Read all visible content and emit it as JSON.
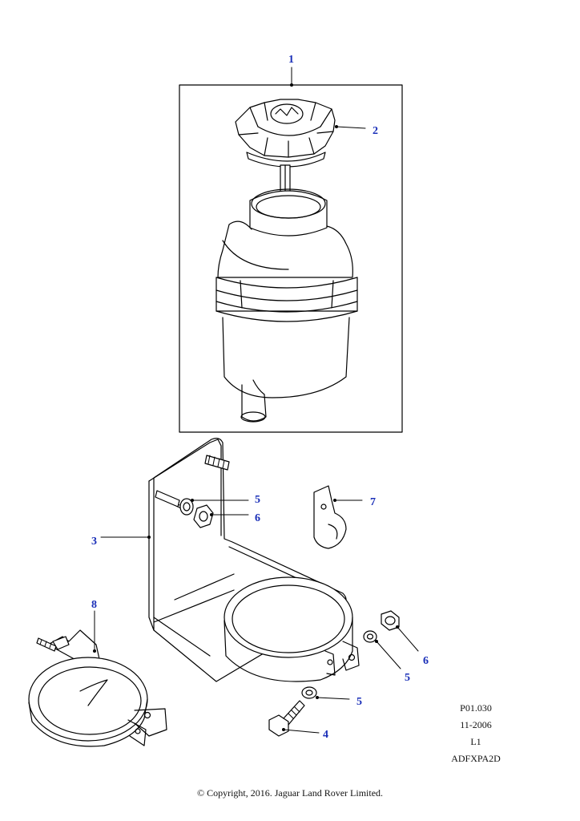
{
  "callouts": {
    "c1": "1",
    "c2": "2",
    "c3": "3",
    "c4": "4",
    "c5a": "5",
    "c5b": "5",
    "c5c": "5",
    "c6a": "6",
    "c6b": "6",
    "c7": "7",
    "c8": "8"
  },
  "meta": {
    "page_ref": "P01.030",
    "date": "11-2006",
    "level": "L1",
    "code": "ADFXPA2D"
  },
  "copyright": "© Copyright, 2016. Jaguar Land Rover Limited.",
  "colors": {
    "callout_text": "#1a2fb8",
    "line": "#000000"
  }
}
